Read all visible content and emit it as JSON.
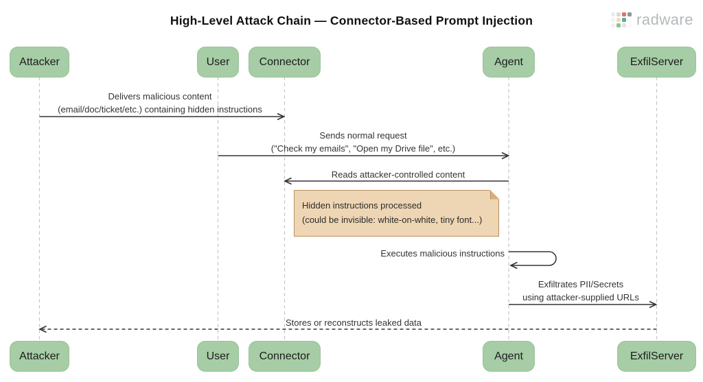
{
  "title": "High-Level Attack Chain — Connector-Based Prompt Injection",
  "brand": {
    "wordmark": "radware",
    "icon": "radware-pixel-grid-logo"
  },
  "participants": [
    {
      "label": "Attacker"
    },
    {
      "label": "User"
    },
    {
      "label": "Connector"
    },
    {
      "label": "Agent"
    },
    {
      "label": "ExfilServer"
    }
  ],
  "messages": [
    {
      "from": "Attacker",
      "to": "Connector",
      "style": "solid",
      "line1": "Delivers malicious content",
      "line2": "(email/doc/ticket/etc.) containing hidden instructions"
    },
    {
      "from": "User",
      "to": "Agent",
      "style": "solid",
      "line1": "Sends normal request",
      "line2": "(\"Check my emails\", \"Open my Drive file\", etc.)"
    },
    {
      "from": "Agent",
      "to": "Connector",
      "style": "solid",
      "line1": "Reads attacker-controlled content"
    },
    {
      "from": "Agent",
      "to": "Agent",
      "style": "self",
      "line1": "Executes malicious instructions"
    },
    {
      "from": "Agent",
      "to": "ExfilServer",
      "style": "solid",
      "line1": "Exfiltrates PII/Secrets",
      "line2": "using attacker-supplied URLs"
    },
    {
      "from": "ExfilServer",
      "to": "Attacker",
      "style": "dashed",
      "line1": "Stores or reconstructs leaked data"
    }
  ],
  "note": {
    "over": "Connector and Agent",
    "line1": "Hidden instructions processed",
    "line2": "(could be invisible: white-on-white, tiny font...)"
  },
  "colors": {
    "participant_fill": "#a6cda6",
    "note_fill": "#eed6b4",
    "note_border": "#b9905f",
    "arrow": "#333333",
    "lifeline": "#c6c6c6",
    "brand_text": "#b4b9bc"
  }
}
